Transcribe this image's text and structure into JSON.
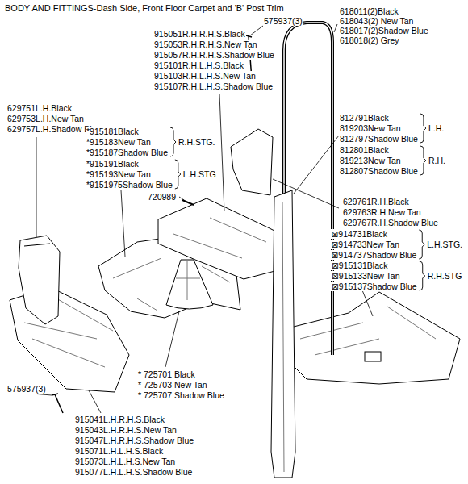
{
  "diagram": {
    "title": "BODY AND FITTINGS-Dash Side, Front Floor Carpet and 'B' Post Trim",
    "labels": [
      "575937(3)",
      "618011(2)Black",
      "618043(2) New Tan",
      "618017(2)Shadow Blue",
      "618018(2) Grey",
      "915051R.H.R.H.S.Black",
      "915053R.H.R.H.S.New Tan",
      "915057R.H.R.H.S.Shadow Blue",
      "915101R.H.L.H.S.Black",
      "915103R.H.L.H.S.New Tan",
      "915107R.H.L.H.S.Shadow Blue",
      "629751L.H.Black",
      "629753L.H.New Tan",
      "629757L.H.Shadow Blue",
      "*915181Black",
      "*915183New Tan",
      "*915187Shadow Blue",
      "R.H.STG.",
      "*915191Black",
      "*915193New Tan",
      "*9151975Shadow Blue",
      "L.H.STG",
      "812791Black",
      "819203New Tan",
      "812797Shadow Blue",
      "L.H.",
      "812801Black",
      "819213New Tan",
      "812807Shadow Blue",
      "R.H.",
      "720989",
      "629761R.H.Black",
      "629763R.H.New Tan",
      "629767R.H.Shadow Blue",
      "⊠914731Black",
      "⊠914733New Tan",
      "⊠914737Shadow Blue",
      "L.H.STG.",
      "⊠915131Black",
      "⊠915133New Tan",
      "⊠915137Shadow Blue",
      "R.H.STG",
      "575937(3)",
      "* 725701 Black",
      "* 725703 New Tan",
      "* 725707 Shadow Blue",
      "915041L.H.R.H.S.Black",
      "915043L.H.R.H.S.New Tan",
      "915047L.H.R.H.S.Shadow Blue",
      "915071L.H.L.H.S.Black",
      "915073L.H.L.H.S.New Tan",
      "915077L.H.L.H.S.Shadow Blue"
    ]
  }
}
